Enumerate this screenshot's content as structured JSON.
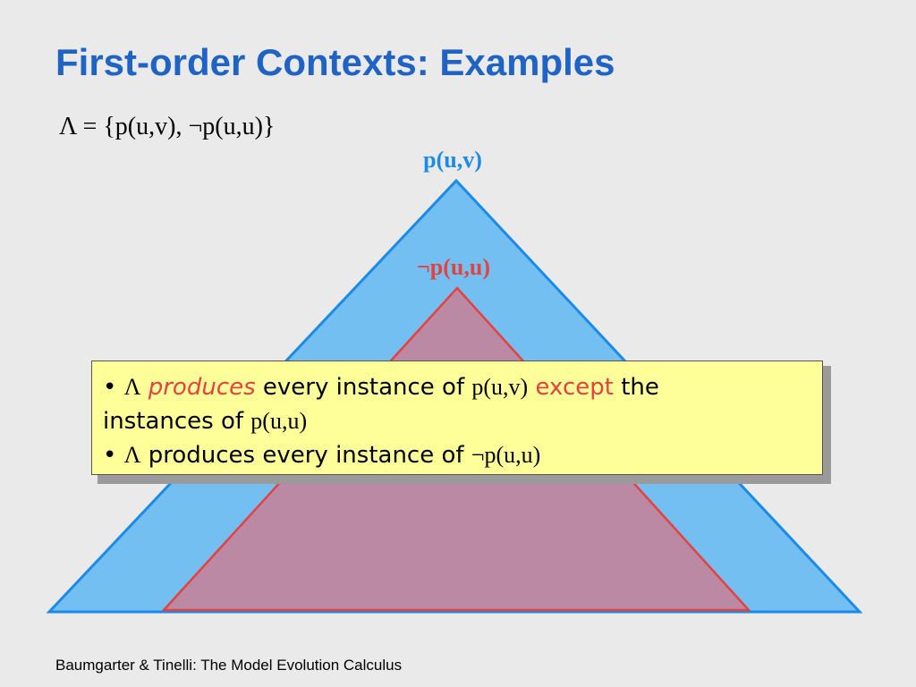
{
  "slide": {
    "title": "First-order Contexts: Examples",
    "formula": "Λ = {p(u,v), ¬p(u,u)}",
    "footer": "Baumgarter & Tinelli: The Model Evolution Calculus"
  },
  "diagram": {
    "outer_label": "p(u,v)",
    "inner_label": "¬p(u,u)",
    "colors": {
      "outer_fill": "#74bff2",
      "outer_stroke": "#1a8be8",
      "inner_fill": "#bb89a3",
      "inner_stroke": "#e5413f",
      "title": "#1f63c4",
      "callout_bg": "#ffff99"
    }
  },
  "callout": {
    "b1_bullet": "•",
    "b1_lambda": "Λ",
    "b1_produces": "produces",
    "b1_every": "every instance of",
    "b1_term": "p(u,v)",
    "b1_except": "except",
    "b1_the": "the",
    "b1_instances": "instances of",
    "b1_term2": "p(u,u)",
    "b2_bullet": "•",
    "b2_lambda": "Λ",
    "b2_text": "produces every instance of",
    "b2_term": "¬p(u,u)"
  }
}
